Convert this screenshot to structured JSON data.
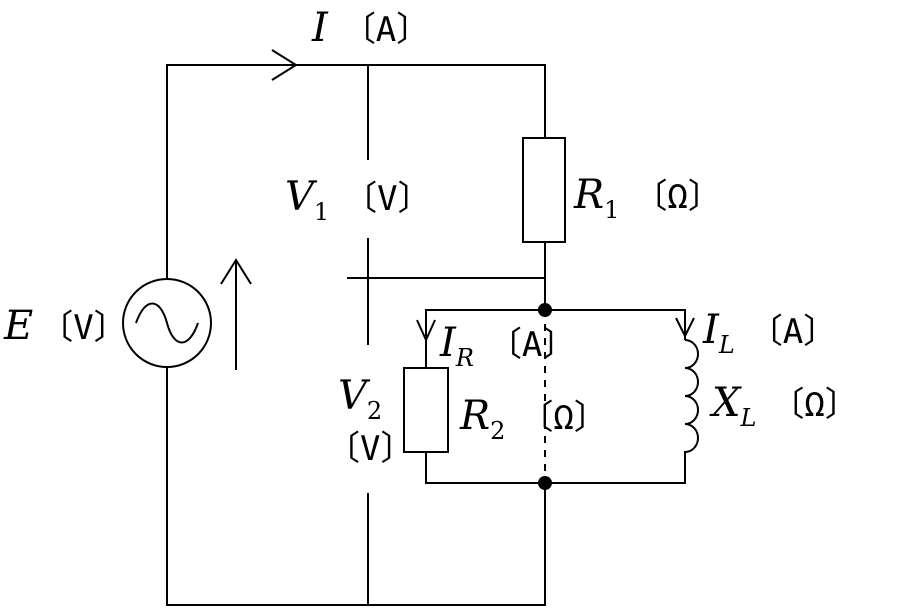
{
  "labels": {
    "I": {
      "sym": "I",
      "sub": "",
      "unit": "〔A〕"
    },
    "E": {
      "sym": "E",
      "sub": "",
      "unit": "〔V〕"
    },
    "V1": {
      "sym": "V",
      "sub": "1",
      "unit": "〔V〕"
    },
    "R1": {
      "sym": "R",
      "sub": "1",
      "unit": "〔Ω〕"
    },
    "IR": {
      "sym": "I",
      "sub": "R",
      "unit": "〔A〕"
    },
    "IL": {
      "sym": "I",
      "sub": "L",
      "unit": "〔A〕"
    },
    "V2": {
      "sym": "V",
      "sub": "2",
      "unit": "〔V〕"
    },
    "R2": {
      "sym": "R",
      "sub": "2",
      "unit": "〔Ω〕"
    },
    "XL": {
      "sym": "X",
      "sub": "L",
      "unit": "〔Ω〕"
    }
  }
}
